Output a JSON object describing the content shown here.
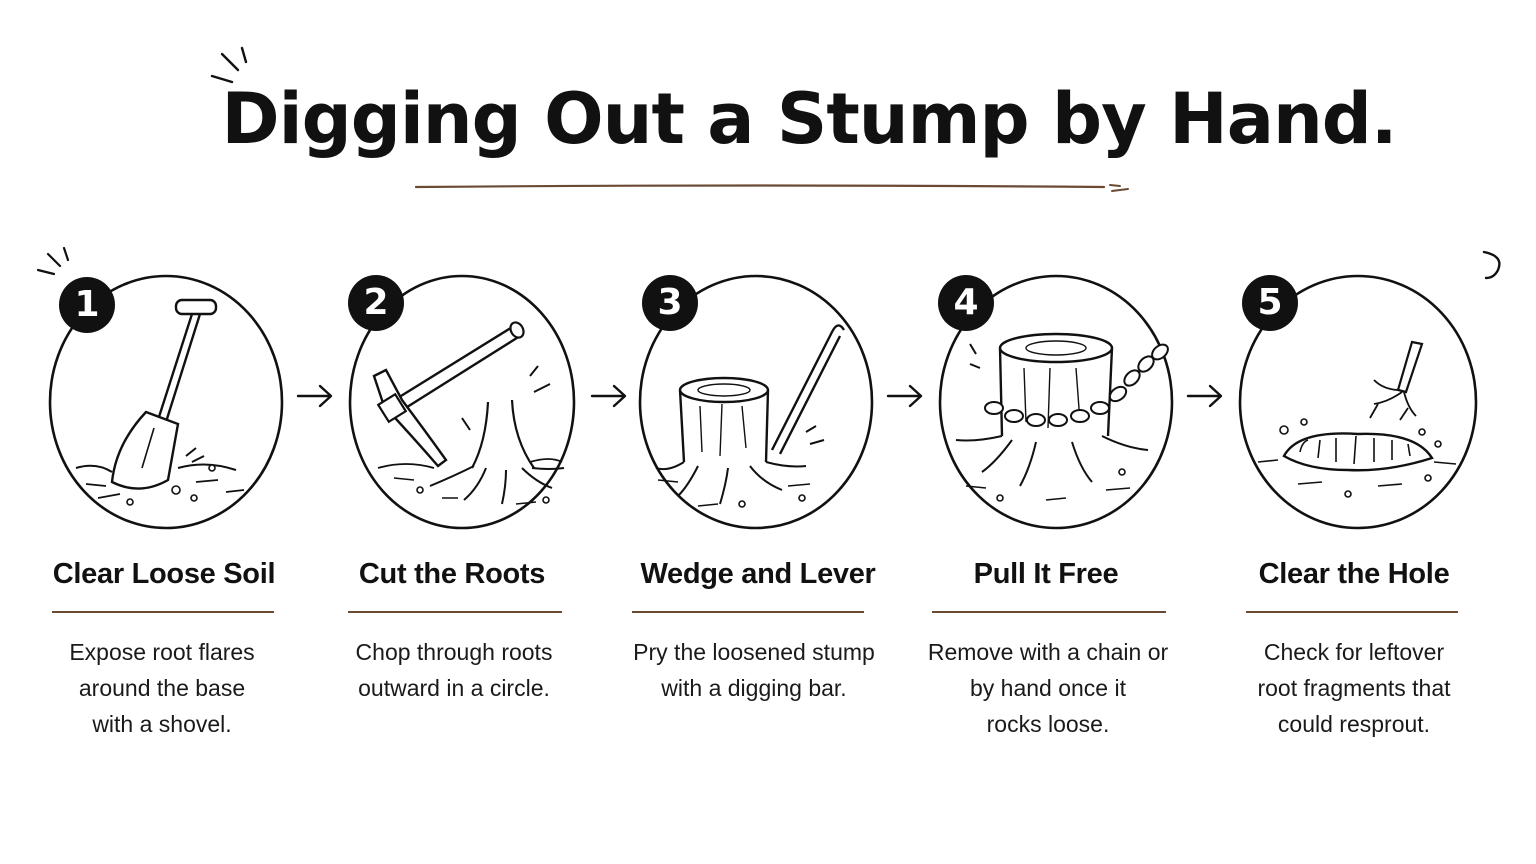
{
  "title": "Digging Out a Stump by Hand.",
  "colors": {
    "ink": "#111111",
    "accent": "#6b4a34",
    "background": "#ffffff"
  },
  "steps": [
    {
      "number": "1",
      "title": "Clear Loose Soil",
      "lines": [
        "Expose root flares",
        "around the base",
        "with a shovel."
      ],
      "icon": "shovel-icon"
    },
    {
      "number": "2",
      "title": "Cut the Roots",
      "lines": [
        "Chop through roots",
        "outward in a circle."
      ],
      "icon": "mattock-icon"
    },
    {
      "number": "3",
      "title": "Wedge and Lever",
      "lines": [
        "Pry the loosened stump",
        "with a digging bar."
      ],
      "icon": "stump-bar-icon"
    },
    {
      "number": "4",
      "title": "Pull It Free",
      "lines": [
        "Remove with a chain or",
        "by hand once it",
        "rocks loose."
      ],
      "icon": "chained-stump-icon"
    },
    {
      "number": "5",
      "title": "Clear the Hole",
      "lines": [
        "Check for leftover",
        "root fragments that",
        "could resprout."
      ],
      "icon": "empty-hole-icon"
    }
  ]
}
